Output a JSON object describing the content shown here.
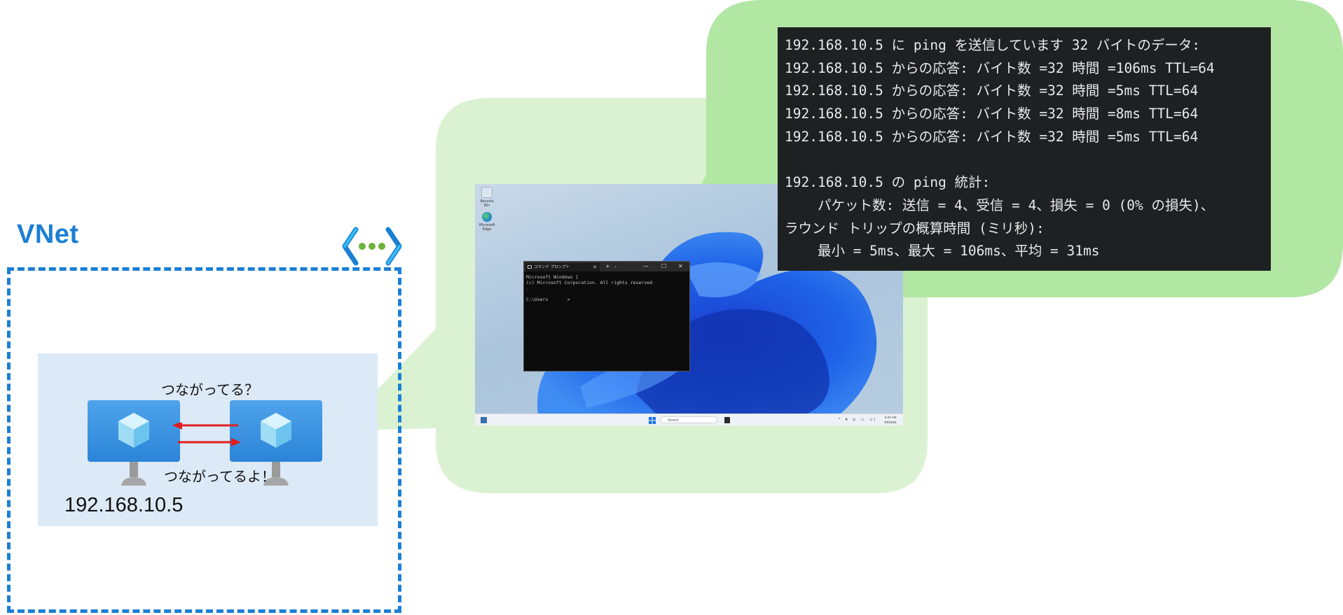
{
  "vnet": {
    "label": "VNet",
    "icon": "virtual-network-icon",
    "accent_color": "#1b7fd4"
  },
  "subnet": {
    "vm_icon": "virtual-machine-icon",
    "question": "つながってる？",
    "answer": "つながってるよ！",
    "ip": "192.168.10.5"
  },
  "colors": {
    "bubble_large": "#daf2d2",
    "bubble_terminal": "#b2e6a3",
    "arrow": "#e01e1e",
    "terminal_bg": "#1e2122"
  },
  "desktop": {
    "icons": [
      {
        "name": "recycle-bin-icon",
        "label": "Recycle Bin"
      },
      {
        "name": "edge-icon",
        "label": "Microsoft Edge"
      }
    ],
    "taskbar": {
      "search_placeholder": "Search",
      "tray": "^ A ◷ ▭ ◁)",
      "clock_time": "8:47 AM",
      "clock_date": "4/9/2025"
    },
    "cmd": {
      "tab_title": "コマンド プロンプト",
      "close_tab": "✕",
      "new_tab": "+",
      "dropdown": "⌄",
      "minimize": "—",
      "maximize": "☐",
      "close": "✕",
      "body": "Microsoft Windows [\n(c) Microsoft Corporation. All rights reserved\n.\n\nC:\\Users       >"
    }
  },
  "ping_output": {
    "lines": [
      "192.168.10.5 に ping を送信しています 32 バイトのデータ:",
      "192.168.10.5 からの応答: バイト数 =32 時間 =106ms TTL=64",
      "192.168.10.5 からの応答: バイト数 =32 時間 =5ms TTL=64",
      "192.168.10.5 からの応答: バイト数 =32 時間 =8ms TTL=64",
      "192.168.10.5 からの応答: バイト数 =32 時間 =5ms TTL=64",
      "",
      "192.168.10.5 の ping 統計:",
      "    パケット数: 送信 = 4、受信 = 4、損失 = 0 (0% の損失)、",
      "ラウンド トリップの概算時間 (ミリ秒):",
      "    最小 = 5ms、最大 = 106ms、平均 = 31ms"
    ]
  }
}
